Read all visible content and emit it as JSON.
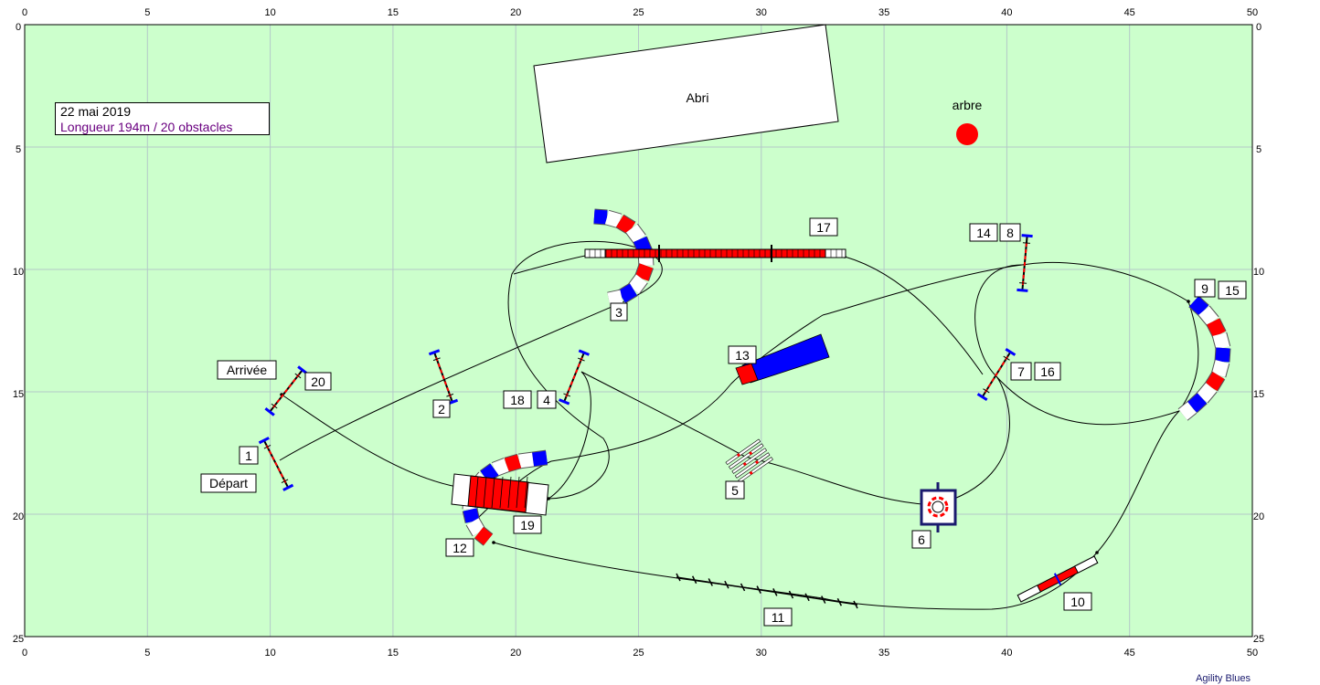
{
  "axes": {
    "x_ticks": [
      "0",
      "5",
      "10",
      "15",
      "20",
      "25",
      "30",
      "35",
      "40",
      "45",
      "50"
    ],
    "y_ticks": [
      "0",
      "5",
      "10",
      "15",
      "20",
      "25"
    ]
  },
  "info": {
    "date": "22 mai 2019",
    "length": "Longueur 194m / 20 obstacles"
  },
  "structures": {
    "shelter": "Abri",
    "tree": "arbre"
  },
  "labels": {
    "start": "Départ",
    "finish": "Arrivée"
  },
  "obstacle_numbers": {
    "n1": "1",
    "n2": "2",
    "n3": "3",
    "n4": "4",
    "n5": "5",
    "n6": "6",
    "n7": "7",
    "n8": "8",
    "n9": "9",
    "n10": "10",
    "n11": "11",
    "n12": "12",
    "n13": "13",
    "n14": "14",
    "n15": "15",
    "n16": "16",
    "n17": "17",
    "n18": "18",
    "n19": "19",
    "n20": "20"
  },
  "colors": {
    "field": "#ccffcc",
    "grid": "#b4c8c8",
    "red": "#ff0000",
    "blue": "#0000ff",
    "path": "#000000",
    "tree": "#ff0000"
  },
  "footer": "Agility Blues"
}
